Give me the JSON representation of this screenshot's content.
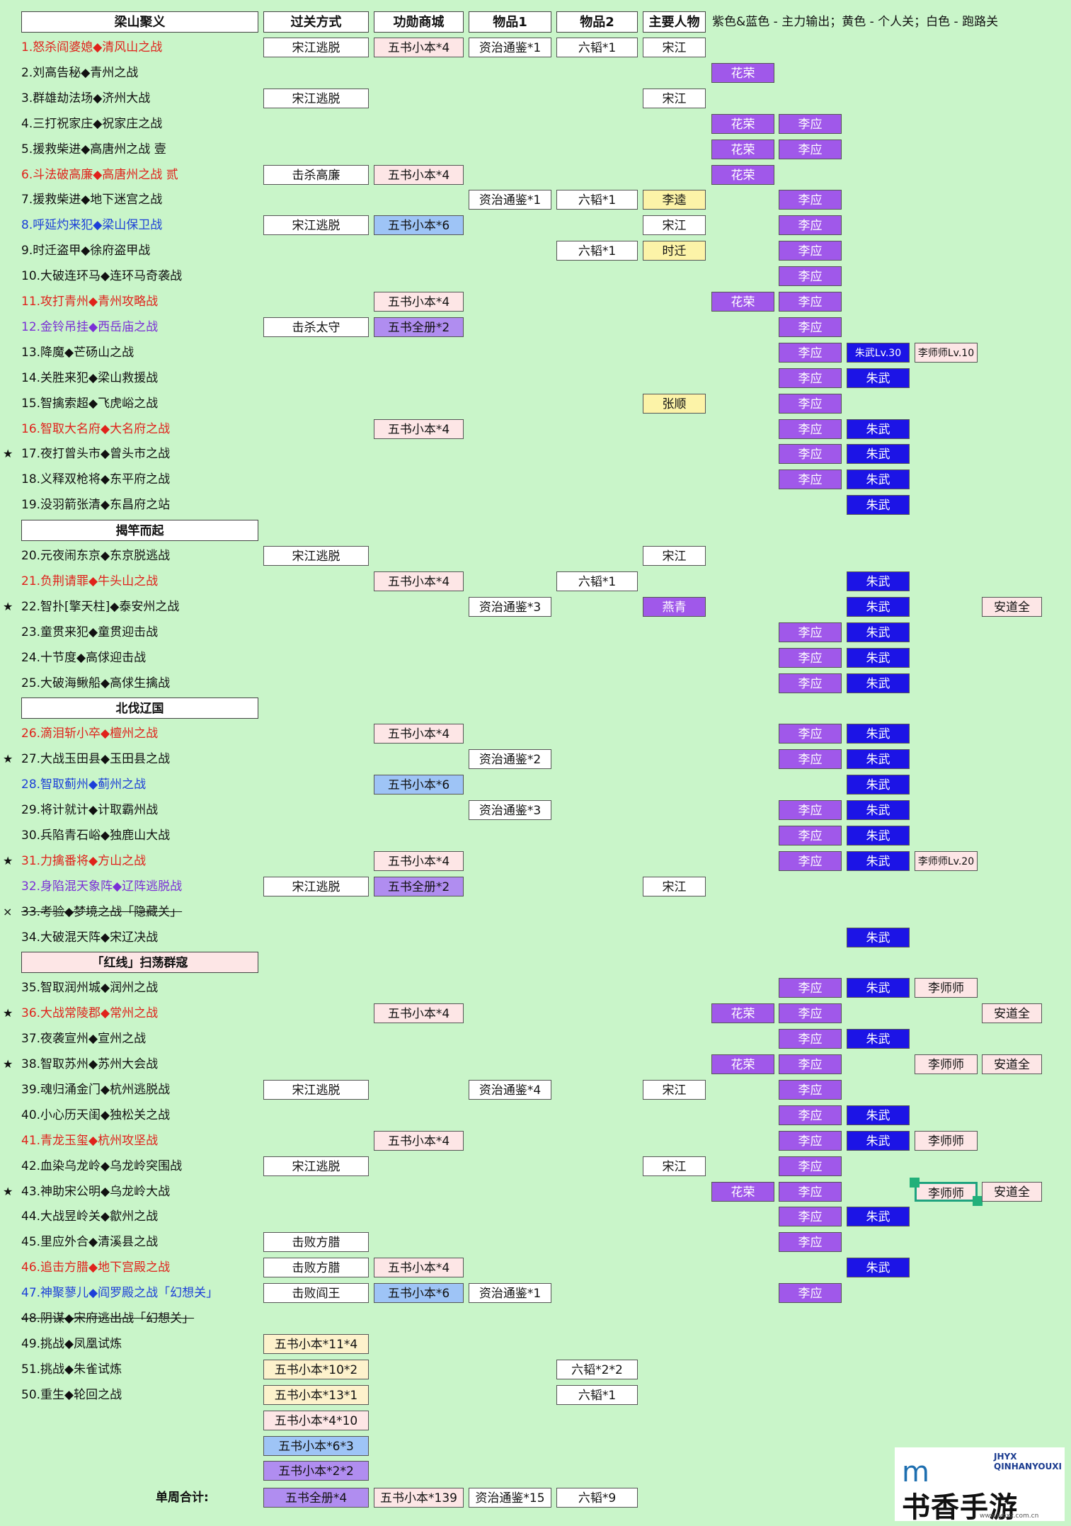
{
  "header": {
    "section1": "梁山聚义",
    "method": "过关方式",
    "shop": "功勋商城",
    "item1": "物品1",
    "item2": "物品2",
    "person": "主要人物",
    "legend": "紫色&蓝色 - 主力输出；黄色 - 个人关；白色 - 跑路关"
  },
  "sections": [
    "揭竿而起",
    "北伐辽国",
    "「红线」扫荡群寇"
  ],
  "rows": [
    {
      "title": "1.怒杀阎婆媳◆清风山之战",
      "color": "#e0221b",
      "star": "",
      "strike": false,
      "cells": [
        [
          "c1",
          "宋江逃脱",
          "w"
        ],
        [
          "c2",
          "五书小本*4",
          "pk"
        ],
        [
          "c3",
          "资治通鉴*1",
          "w"
        ],
        [
          "c4",
          "六韬*1",
          "w"
        ],
        [
          "c5",
          "宋江",
          "w"
        ]
      ]
    },
    {
      "title": "2.刘高告秘◆青州之战",
      "color": "#111",
      "star": "",
      "strike": false,
      "cells": [
        [
          "c6",
          "花荣",
          "pu2"
        ]
      ]
    },
    {
      "title": "3.群雄劫法场◆济州大战",
      "color": "#111",
      "star": "",
      "strike": false,
      "cells": [
        [
          "c1",
          "宋江逃脱",
          "w"
        ],
        [
          "c5",
          "宋江",
          "w"
        ]
      ]
    },
    {
      "title": "4.三打祝家庄◆祝家庄之战",
      "color": "#111",
      "star": "",
      "strike": false,
      "cells": [
        [
          "c6",
          "花荣",
          "pu2"
        ],
        [
          "c7",
          "李应",
          "pu2"
        ]
      ]
    },
    {
      "title": "5.援救柴进◆高唐州之战 壹",
      "color": "#111",
      "star": "",
      "strike": false,
      "cells": [
        [
          "c6",
          "花荣",
          "pu2"
        ],
        [
          "c7",
          "李应",
          "pu2"
        ]
      ]
    },
    {
      "title": "6.斗法破高廉◆高唐州之战 贰",
      "color": "#e0221b",
      "star": "",
      "strike": false,
      "cells": [
        [
          "c1",
          "击杀高廉",
          "w"
        ],
        [
          "c2",
          "五书小本*4",
          "pk"
        ],
        [
          "c6",
          "花荣",
          "pu2"
        ]
      ]
    },
    {
      "title": "7.援救柴进◆地下迷宫之战",
      "color": "#111",
      "star": "",
      "strike": false,
      "cells": [
        [
          "c3",
          "资治通鉴*1",
          "w"
        ],
        [
          "c4",
          "六韬*1",
          "w"
        ],
        [
          "c5",
          "李逵",
          "yl"
        ],
        [
          "c7",
          "李应",
          "pu2"
        ]
      ]
    },
    {
      "title": "8.呼延灼来犯◆梁山保卫战",
      "color": "#1d40d8",
      "star": "",
      "strike": false,
      "cells": [
        [
          "c1",
          "宋江逃脱",
          "w"
        ],
        [
          "c2",
          "五书小本*6",
          "bl"
        ],
        [
          "c5",
          "宋江",
          "w"
        ],
        [
          "c7",
          "李应",
          "pu2"
        ]
      ]
    },
    {
      "title": "9.时迁盗甲◆徐府盗甲战",
      "color": "#111",
      "star": "",
      "strike": false,
      "cells": [
        [
          "c4",
          "六韬*1",
          "w"
        ],
        [
          "c5",
          "时迁",
          "yl"
        ],
        [
          "c7",
          "李应",
          "pu2"
        ]
      ]
    },
    {
      "title": "10.大破连环马◆连环马奇袭战",
      "color": "#111",
      "star": "",
      "strike": false,
      "cells": [
        [
          "c7",
          "李应",
          "pu2"
        ]
      ]
    },
    {
      "title": "11.攻打青州◆青州攻略战",
      "color": "#e0221b",
      "star": "",
      "strike": false,
      "cells": [
        [
          "c2",
          "五书小本*4",
          "pk"
        ],
        [
          "c6",
          "花荣",
          "pu2"
        ],
        [
          "c7",
          "李应",
          "pu2"
        ]
      ]
    },
    {
      "title": "12.金铃吊挂◆西岳庙之战",
      "color": "#7a2fd6",
      "star": "",
      "strike": false,
      "cells": [
        [
          "c1",
          "击杀太守",
          "w"
        ],
        [
          "c2",
          "五书全册*2",
          "pu"
        ],
        [
          "c7",
          "李应",
          "pu2"
        ]
      ]
    },
    {
      "title": "13.降魔◆芒砀山之战",
      "color": "#111",
      "star": "",
      "strike": false,
      "cells": [
        [
          "c7",
          "李应",
          "pu2"
        ],
        [
          "c8",
          "朱武Lv.30",
          "nv"
        ],
        [
          "c9",
          "李师师Lv.10",
          "pk"
        ]
      ]
    },
    {
      "title": "14.关胜来犯◆梁山救援战",
      "color": "#111",
      "star": "",
      "strike": false,
      "cells": [
        [
          "c7",
          "李应",
          "pu2"
        ],
        [
          "c8",
          "朱武",
          "nv"
        ]
      ]
    },
    {
      "title": "15.智擒索超◆飞虎峪之战",
      "color": "#111",
      "star": "",
      "strike": false,
      "cells": [
        [
          "c5",
          "张顺",
          "yl"
        ],
        [
          "c7",
          "李应",
          "pu2"
        ]
      ]
    },
    {
      "title": "16.智取大名府◆大名府之战",
      "color": "#e0221b",
      "star": "",
      "strike": false,
      "cells": [
        [
          "c2",
          "五书小本*4",
          "pk"
        ],
        [
          "c7",
          "李应",
          "pu2"
        ],
        [
          "c8",
          "朱武",
          "nv"
        ]
      ]
    },
    {
      "title": "17.夜打曾头市◆曾头市之战",
      "color": "#111",
      "star": "★",
      "strike": false,
      "cells": [
        [
          "c7",
          "李应",
          "pu2"
        ],
        [
          "c8",
          "朱武",
          "nv"
        ]
      ]
    },
    {
      "title": "18.义释双枪将◆东平府之战",
      "color": "#111",
      "star": "",
      "strike": false,
      "cells": [
        [
          "c7",
          "李应",
          "pu2"
        ],
        [
          "c8",
          "朱武",
          "nv"
        ]
      ]
    },
    {
      "title": "19.没羽箭张清◆东昌府之站",
      "color": "#111",
      "star": "",
      "strike": false,
      "cells": [
        [
          "c8",
          "朱武",
          "nv"
        ]
      ]
    },
    {
      "section": 0
    },
    {
      "title": "20.元夜闹东京◆东京脱逃战",
      "color": "#111",
      "star": "",
      "strike": false,
      "cells": [
        [
          "c1",
          "宋江逃脱",
          "w"
        ],
        [
          "c5",
          "宋江",
          "w"
        ]
      ]
    },
    {
      "title": "21.负荆请罪◆牛头山之战",
      "color": "#e0221b",
      "star": "",
      "strike": false,
      "cells": [
        [
          "c2",
          "五书小本*4",
          "pk"
        ],
        [
          "c4",
          "六韬*1",
          "w"
        ],
        [
          "c8",
          "朱武",
          "nv"
        ]
      ]
    },
    {
      "title": "22.智扑[擎天柱]◆泰安州之战",
      "color": "#111",
      "star": "★",
      "strike": false,
      "cells": [
        [
          "c3",
          "资治通鉴*3",
          "w"
        ],
        [
          "c5",
          "燕青",
          "pu2"
        ],
        [
          "c8",
          "朱武",
          "nv"
        ],
        [
          "c10",
          "安道全",
          "pk"
        ]
      ]
    },
    {
      "title": "23.童贯来犯◆童贯迎击战",
      "color": "#111",
      "star": "",
      "strike": false,
      "cells": [
        [
          "c7",
          "李应",
          "pu2"
        ],
        [
          "c8",
          "朱武",
          "nv"
        ]
      ]
    },
    {
      "title": "24.十节度◆高俅迎击战",
      "color": "#111",
      "star": "",
      "strike": false,
      "cells": [
        [
          "c7",
          "李应",
          "pu2"
        ],
        [
          "c8",
          "朱武",
          "nv"
        ]
      ]
    },
    {
      "title": "25.大破海鳅船◆高俅生擒战",
      "color": "#111",
      "star": "",
      "strike": false,
      "cells": [
        [
          "c7",
          "李应",
          "pu2"
        ],
        [
          "c8",
          "朱武",
          "nv"
        ]
      ]
    },
    {
      "section": 1
    },
    {
      "title": "26.滴泪斩小卒◆檀州之战",
      "color": "#e0221b",
      "star": "",
      "strike": false,
      "cells": [
        [
          "c2",
          "五书小本*4",
          "pk"
        ],
        [
          "c7",
          "李应",
          "pu2"
        ],
        [
          "c8",
          "朱武",
          "nv"
        ]
      ]
    },
    {
      "title": "27.大战玉田县◆玉田县之战",
      "color": "#111",
      "star": "★",
      "strike": false,
      "cells": [
        [
          "c3",
          "资治通鉴*2",
          "w"
        ],
        [
          "c7",
          "李应",
          "pu2"
        ],
        [
          "c8",
          "朱武",
          "nv"
        ]
      ]
    },
    {
      "title": "28.智取蓟州◆蓟州之战",
      "color": "#1d40d8",
      "star": "",
      "strike": false,
      "cells": [
        [
          "c2",
          "五书小本*6",
          "bl"
        ],
        [
          "c8",
          "朱武",
          "nv"
        ]
      ]
    },
    {
      "title": "29.将计就计◆计取霸州战",
      "color": "#111",
      "star": "",
      "strike": false,
      "cells": [
        [
          "c3",
          "资治通鉴*3",
          "w"
        ],
        [
          "c7",
          "李应",
          "pu2"
        ],
        [
          "c8",
          "朱武",
          "nv"
        ]
      ]
    },
    {
      "title": "30.兵陷青石峪◆独鹿山大战",
      "color": "#111",
      "star": "",
      "strike": false,
      "cells": [
        [
          "c7",
          "李应",
          "pu2"
        ],
        [
          "c8",
          "朱武",
          "nv"
        ]
      ]
    },
    {
      "title": "31.力擒番将◆方山之战",
      "color": "#e0221b",
      "star": "★",
      "strike": false,
      "cells": [
        [
          "c2",
          "五书小本*4",
          "pk"
        ],
        [
          "c7",
          "李应",
          "pu2"
        ],
        [
          "c8",
          "朱武",
          "nv"
        ],
        [
          "c9",
          "李师师Lv.20",
          "pk"
        ]
      ]
    },
    {
      "title": "32.身陷混天象阵◆辽阵逃脱战",
      "color": "#7a2fd6",
      "star": "",
      "strike": false,
      "cells": [
        [
          "c1",
          "宋江逃脱",
          "w"
        ],
        [
          "c2",
          "五书全册*2",
          "pu"
        ],
        [
          "c5",
          "宋江",
          "w"
        ]
      ]
    },
    {
      "title": "33.考验◆梦境之战「隐藏关」",
      "color": "#111",
      "star": "×",
      "strike": true,
      "cells": []
    },
    {
      "title": "34.大破混天阵◆宋辽决战",
      "color": "#111",
      "star": "",
      "strike": false,
      "cells": [
        [
          "c8",
          "朱武",
          "nv"
        ]
      ]
    },
    {
      "section": 2
    },
    {
      "title": "35.智取润州城◆润州之战",
      "color": "#111",
      "star": "",
      "strike": false,
      "cells": [
        [
          "c7",
          "李应",
          "pu2"
        ],
        [
          "c8",
          "朱武",
          "nv"
        ],
        [
          "c9",
          "李师师",
          "pk"
        ]
      ]
    },
    {
      "title": "36.大战常陵郡◆常州之战",
      "color": "#e0221b",
      "star": "★",
      "strike": false,
      "cells": [
        [
          "c2",
          "五书小本*4",
          "pk"
        ],
        [
          "c6",
          "花荣",
          "pu2"
        ],
        [
          "c7",
          "李应",
          "pu2"
        ],
        [
          "c10",
          "安道全",
          "pk"
        ]
      ]
    },
    {
      "title": "37.夜袭宣州◆宣州之战",
      "color": "#111",
      "star": "",
      "strike": false,
      "cells": [
        [
          "c7",
          "李应",
          "pu2"
        ],
        [
          "c8",
          "朱武",
          "nv"
        ]
      ]
    },
    {
      "title": "38.智取苏州◆苏州大会战",
      "color": "#111",
      "star": "★",
      "strike": false,
      "cells": [
        [
          "c6",
          "花荣",
          "pu2"
        ],
        [
          "c7",
          "李应",
          "pu2"
        ],
        [
          "c9",
          "李师师",
          "pk"
        ],
        [
          "c10",
          "安道全",
          "pk"
        ]
      ]
    },
    {
      "title": "39.魂归涌金门◆杭州逃脱战",
      "color": "#111",
      "star": "",
      "strike": false,
      "cells": [
        [
          "c1",
          "宋江逃脱",
          "w"
        ],
        [
          "c3",
          "资治通鉴*4",
          "w"
        ],
        [
          "c5",
          "宋江",
          "w"
        ],
        [
          "c7",
          "李应",
          "pu2"
        ]
      ]
    },
    {
      "title": "40.小心历天闺◆独松关之战",
      "color": "#111",
      "star": "",
      "strike": false,
      "cells": [
        [
          "c7",
          "李应",
          "pu2"
        ],
        [
          "c8",
          "朱武",
          "nv"
        ]
      ]
    },
    {
      "title": "41.青龙玉玺◆杭州攻坚战",
      "color": "#e0221b",
      "star": "",
      "strike": false,
      "cells": [
        [
          "c2",
          "五书小本*4",
          "pk"
        ],
        [
          "c7",
          "李应",
          "pu2"
        ],
        [
          "c8",
          "朱武",
          "nv"
        ],
        [
          "c9",
          "李师师",
          "pk"
        ]
      ]
    },
    {
      "title": "42.血染乌龙岭◆乌龙岭突围战",
      "color": "#111",
      "star": "",
      "strike": false,
      "cells": [
        [
          "c1",
          "宋江逃脱",
          "w"
        ],
        [
          "c5",
          "宋江",
          "w"
        ],
        [
          "c7",
          "李应",
          "pu2"
        ]
      ]
    },
    {
      "title": "43.神助宋公明◆乌龙岭大战",
      "color": "#111",
      "star": "★",
      "strike": false,
      "cells": [
        [
          "c6",
          "花荣",
          "pu2"
        ],
        [
          "c7",
          "李应",
          "pu2"
        ],
        [
          "c9",
          "李师师",
          "pk sel"
        ],
        [
          "c10",
          "安道全",
          "pk"
        ]
      ]
    },
    {
      "title": "44.大战昱岭关◆歙州之战",
      "color": "#111",
      "star": "",
      "strike": false,
      "cells": [
        [
          "c7",
          "李应",
          "pu2"
        ],
        [
          "c8",
          "朱武",
          "nv"
        ]
      ]
    },
    {
      "title": "45.里应外合◆清溪县之战",
      "color": "#111",
      "star": "",
      "strike": false,
      "cells": [
        [
          "c1",
          "击败方腊",
          "w"
        ],
        [
          "c7",
          "李应",
          "pu2"
        ]
      ]
    },
    {
      "title": "46.追击方腊◆地下宫殿之战",
      "color": "#e0221b",
      "star": "",
      "strike": false,
      "cells": [
        [
          "c1",
          "击败方腊",
          "w"
        ],
        [
          "c2",
          "五书小本*4",
          "pk"
        ],
        [
          "c8",
          "朱武",
          "nv"
        ]
      ]
    },
    {
      "title": "47.神聚蓼儿◆阎罗殿之战「幻想关」",
      "color": "#1d40d8",
      "star": "",
      "strike": false,
      "cells": [
        [
          "c1",
          "击败阎王",
          "w"
        ],
        [
          "c2",
          "五书小本*6",
          "bl"
        ],
        [
          "c3",
          "资治通鉴*1",
          "w"
        ],
        [
          "c7",
          "李应",
          "pu2"
        ]
      ]
    },
    {
      "title": "48.阴谋◆宋府逃出战「幻想关」",
      "color": "#111",
      "star": "",
      "strike": true,
      "cells": []
    },
    {
      "title": "49.挑战◆凤凰试炼",
      "color": "#111",
      "star": "",
      "strike": false,
      "cells": [
        [
          "c1",
          "五书小本*11*4",
          "cr"
        ]
      ]
    },
    {
      "title": "51.挑战◆朱雀试炼",
      "color": "#111",
      "star": "",
      "strike": false,
      "cells": [
        [
          "c1",
          "五书小本*10*2",
          "cr"
        ],
        [
          "c4",
          "六韬*2*2",
          "w"
        ]
      ]
    },
    {
      "title": "50.重生◆轮回之战",
      "color": "#111",
      "star": "",
      "strike": false,
      "cells": [
        [
          "c1",
          "五书小本*13*1",
          "cr"
        ],
        [
          "c4",
          "六韬*1",
          "w"
        ]
      ]
    },
    {
      "title": "",
      "color": "#111",
      "star": "",
      "strike": false,
      "cells": [
        [
          "c1",
          "五书小本*4*10",
          "pk"
        ]
      ]
    },
    {
      "title": "",
      "color": "#111",
      "star": "",
      "strike": false,
      "cells": [
        [
          "c1",
          "五书小本*6*3",
          "bl"
        ]
      ]
    },
    {
      "title": "",
      "color": "#111",
      "star": "",
      "strike": false,
      "cells": [
        [
          "c1",
          "五书小本*2*2",
          "pu"
        ]
      ]
    }
  ],
  "summary": {
    "label": "单周合计:",
    "cells": [
      [
        "c1",
        "五书全册*4",
        "pu"
      ],
      [
        "c2",
        "五书小本*139",
        "pk"
      ],
      [
        "c3",
        "资治通鉴*15",
        "w"
      ],
      [
        "c4",
        "六韬*9",
        "w"
      ]
    ]
  },
  "watermark": {
    "brand": "JHYX QINHANYOUXI",
    "mark": "m",
    "text": "书香手游",
    "url": "www.jyhxz.com.cn"
  }
}
